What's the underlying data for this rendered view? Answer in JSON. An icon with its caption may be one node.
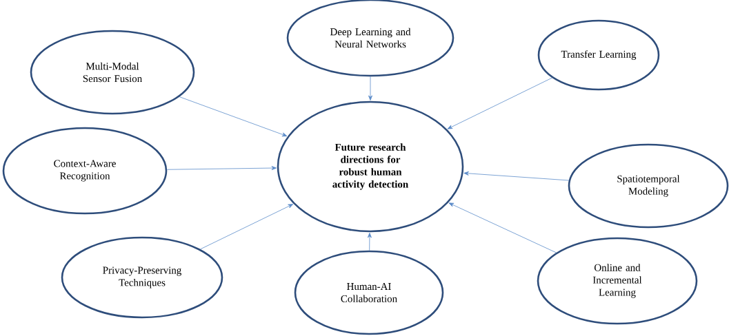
{
  "diagram": {
    "nodes": [
      {
        "text": [
          "Future research directions for robust human activity detection"
        ]
      },
      {
        "text": [
          "Multi-Modal Sensor Fusion"
        ]
      },
      {
        "text": [
          "Deep Learning and Neural Networks"
        ]
      },
      {
        "text": [
          "Transfer Learning"
        ]
      },
      {
        "text": [
          "Context-Aware Recognition"
        ]
      },
      {
        "text": [
          "Spatiotemporal Modeling"
        ]
      },
      {
        "text": [
          "Privacy-Preserving Techniques"
        ]
      },
      {
        "text": [
          "Human-AI Collaboration"
        ]
      },
      {
        "text": [
          "Online and Incremental Learning"
        ]
      }
    ],
    "edges": [
      {
        "from": 1,
        "to": 0,
        "arrow": "to"
      },
      {
        "from": 2,
        "to": 0,
        "arrow": "to"
      },
      {
        "from": 3,
        "to": 0,
        "arrow": "to"
      },
      {
        "from": 4,
        "to": 0,
        "arrow": "to"
      },
      {
        "from": 5,
        "to": 0,
        "arrow": "to"
      },
      {
        "from": 6,
        "to": 0,
        "arrow": "to"
      },
      {
        "from": 7,
        "to": 0,
        "arrow": "to"
      },
      {
        "from": 8,
        "to": 0,
        "arrow": "to"
      }
    ]
  }
}
